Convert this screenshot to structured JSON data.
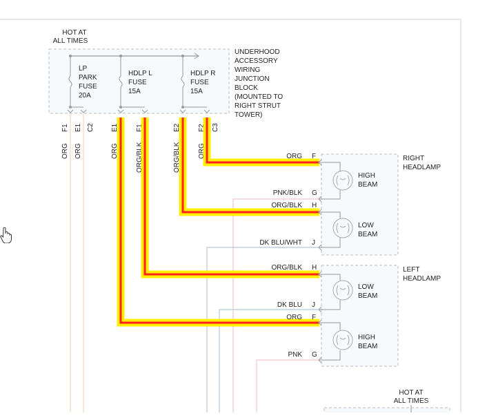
{
  "top_note": [
    "HOT AT",
    "ALL TIMES"
  ],
  "bottom_note": [
    "HOT AT",
    "ALL TIMES"
  ],
  "junction_block": {
    "label_lines": [
      "UNDERHOOD",
      "ACCESSORY",
      "WIRING",
      "JUNCTION",
      "BLOCK",
      "(MOUNTED TO",
      "RIGHT STRUT",
      "TOWER)"
    ],
    "fuses": [
      {
        "lines": [
          "LP",
          "PARK",
          "FUSE",
          "20A"
        ]
      },
      {
        "lines": [
          "HDLP L",
          "FUSE",
          "15A"
        ]
      },
      {
        "lines": [
          "HDLP R",
          "FUSE",
          "15A"
        ]
      }
    ]
  },
  "pins": [
    "F1",
    "E1",
    "C2",
    "E1",
    "F1",
    "E2",
    "F2",
    "C3"
  ],
  "wire_colors_vertical": [
    "ORG",
    "ORG",
    "ORG",
    "ORG/BLK",
    "ORG/BLK",
    "ORG"
  ],
  "right_headlamp": {
    "title": [
      "RIGHT",
      "HEADLAMP"
    ],
    "high_beam": [
      "HIGH",
      "BEAM"
    ],
    "low_beam": [
      "LOW",
      "BEAM"
    ],
    "wires": [
      {
        "color": "ORG",
        "pin": "F"
      },
      {
        "color": "PNK/BLK",
        "pin": "G"
      },
      {
        "color": "ORG/BLK",
        "pin": "H"
      },
      {
        "color": "DK BLU/WHT",
        "pin": "J"
      }
    ]
  },
  "left_headlamp": {
    "title": [
      "LEFT",
      "HEADLAMP"
    ],
    "low_beam": [
      "LOW",
      "BEAM"
    ],
    "high_beam": [
      "HIGH",
      "BEAM"
    ],
    "wires": [
      {
        "color": "ORG/BLK",
        "pin": "H"
      },
      {
        "color": "DK BLU",
        "pin": "J"
      },
      {
        "color": "ORG",
        "pin": "F"
      },
      {
        "color": "PNK",
        "pin": "G"
      }
    ]
  },
  "colors": {
    "highlight_glow": "#ffee00",
    "highlight_core": "#ff2020",
    "box_dash": "#bbbbbb",
    "box_fill": "#f6fafc",
    "wire_grey": "#b8b8b8",
    "wire_org": "#f2d6b8",
    "wire_pink": "#f0c8cc",
    "wire_blue": "#b8c8dc"
  },
  "icons": [
    "fuse-icon",
    "bulb-icon",
    "connector-icon",
    "hand-cursor-icon"
  ]
}
